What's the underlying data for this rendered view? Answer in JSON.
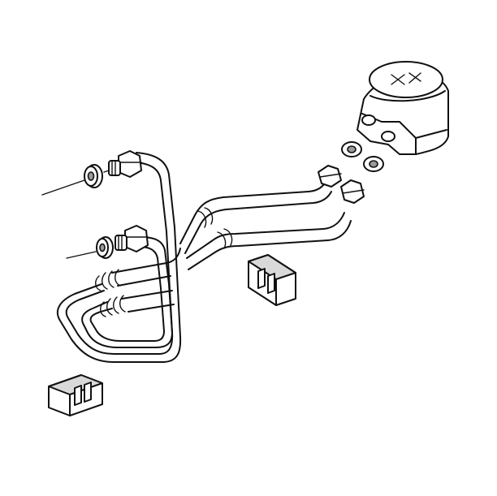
{
  "diagram": {
    "parts": [
      {
        "id": "transmission-oil-cooler",
        "icon": "cooler-icon"
      },
      {
        "id": "cooler-pipe-inlet",
        "icon": "pipe-icon"
      },
      {
        "id": "cooler-pipe-outlet",
        "icon": "pipe-icon"
      },
      {
        "id": "fitting-nut-upper",
        "icon": "nut-icon"
      },
      {
        "id": "fitting-nut-lower",
        "icon": "nut-icon"
      },
      {
        "id": "seal-washer-upper",
        "icon": "washer-icon"
      },
      {
        "id": "seal-washer-lower",
        "icon": "washer-icon"
      },
      {
        "id": "pipe-clip-center",
        "icon": "clip-icon"
      },
      {
        "id": "pipe-clip-lower-left",
        "icon": "clip-icon"
      }
    ],
    "colors": {
      "line": "#111111",
      "background": "#ffffff",
      "shade": "#d9d9d9"
    }
  }
}
